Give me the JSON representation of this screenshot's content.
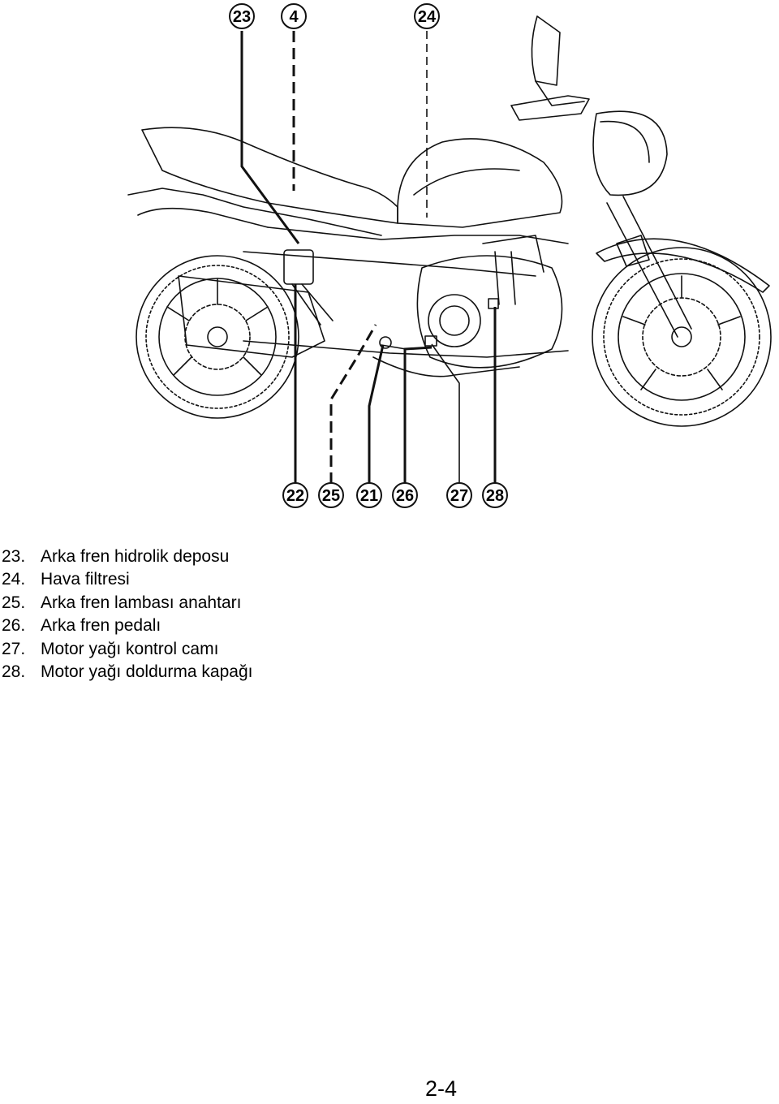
{
  "figure": {
    "callouts": [
      "23",
      "4",
      "24",
      "22",
      "25",
      "21",
      "26",
      "27",
      "28"
    ]
  },
  "legend": [
    {
      "number": "23.",
      "label": "Arka fren hidrolik deposu"
    },
    {
      "number": "24.",
      "label": "Hava filtresi"
    },
    {
      "number": "25.",
      "label": "Arka fren lambası anahtarı"
    },
    {
      "number": "26.",
      "label": "Arka fren pedalı"
    },
    {
      "number": "27.",
      "label": "Motor yağı kontrol camı"
    },
    {
      "number": "28.",
      "label": "Motor yağı doldurma kapağı"
    }
  ],
  "page_number": "2-4"
}
